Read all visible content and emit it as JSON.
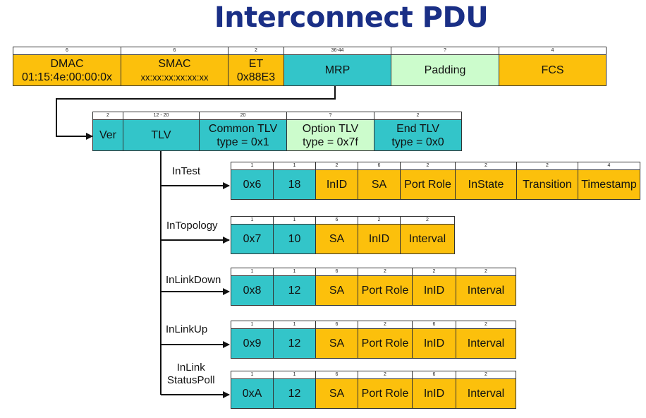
{
  "title": "Interconnect PDU",
  "frame": {
    "sizes": [
      "6",
      "6",
      "2",
      "36-44",
      "?",
      "4"
    ],
    "dmac": {
      "name": "DMAC",
      "value": "01:15:4e:00:00:0x"
    },
    "smac": {
      "name": "SMAC",
      "value": "xx:xx:xx:xx:xx:xx"
    },
    "et": {
      "name": "ET",
      "value": "0x88E3"
    },
    "mrp": "MRP",
    "padding": "Padding",
    "fcs": "FCS"
  },
  "mrp_pdu": {
    "sizes": [
      "2",
      "12 - 20",
      "20",
      "?",
      "2"
    ],
    "ver": "Ver",
    "tlv": "TLV",
    "common_tlv": {
      "name": "Common TLV",
      "type": "type = 0x1"
    },
    "option_tlv": {
      "name": "Option TLV",
      "type": "type = 0x7f"
    },
    "end_tlv": {
      "name": "End TLV",
      "type": "type = 0x0"
    }
  },
  "tlvs": {
    "intest": {
      "label": "InTest",
      "sizes": [
        "1",
        "1",
        "2",
        "6",
        "2",
        "2",
        "2",
        "4"
      ],
      "fields": [
        "0x6",
        "18",
        "InID",
        "SA",
        "Port Role",
        "InState",
        "Transition",
        "Timestamp"
      ]
    },
    "intopology": {
      "label": "InTopology",
      "sizes": [
        "1",
        "1",
        "6",
        "2",
        "2"
      ],
      "fields": [
        "0x7",
        "10",
        "SA",
        "InID",
        "Interval"
      ]
    },
    "inlinkdown": {
      "label": "InLinkDown",
      "sizes": [
        "1",
        "1",
        "6",
        "2",
        "2",
        "2"
      ],
      "fields": [
        "0x8",
        "12",
        "SA",
        "Port Role",
        "InID",
        "Interval"
      ]
    },
    "inlinkup": {
      "label": "InLinkUp",
      "sizes": [
        "1",
        "1",
        "6",
        "2",
        "6",
        "2"
      ],
      "fields": [
        "0x9",
        "12",
        "SA",
        "Port Role",
        "InID",
        "Interval"
      ]
    },
    "inlinkstatuspoll": {
      "label_line1": "InLink",
      "label_line2": "StatusPoll",
      "sizes": [
        "1",
        "1",
        "6",
        "2",
        "6",
        "2"
      ],
      "fields": [
        "0xA",
        "12",
        "SA",
        "Port Role",
        "InID",
        "Interval"
      ]
    }
  },
  "colors": {
    "title": "#1a2f86",
    "orange": "#fcc00c",
    "teal": "#33c5c9",
    "green": "#ccfccc"
  }
}
